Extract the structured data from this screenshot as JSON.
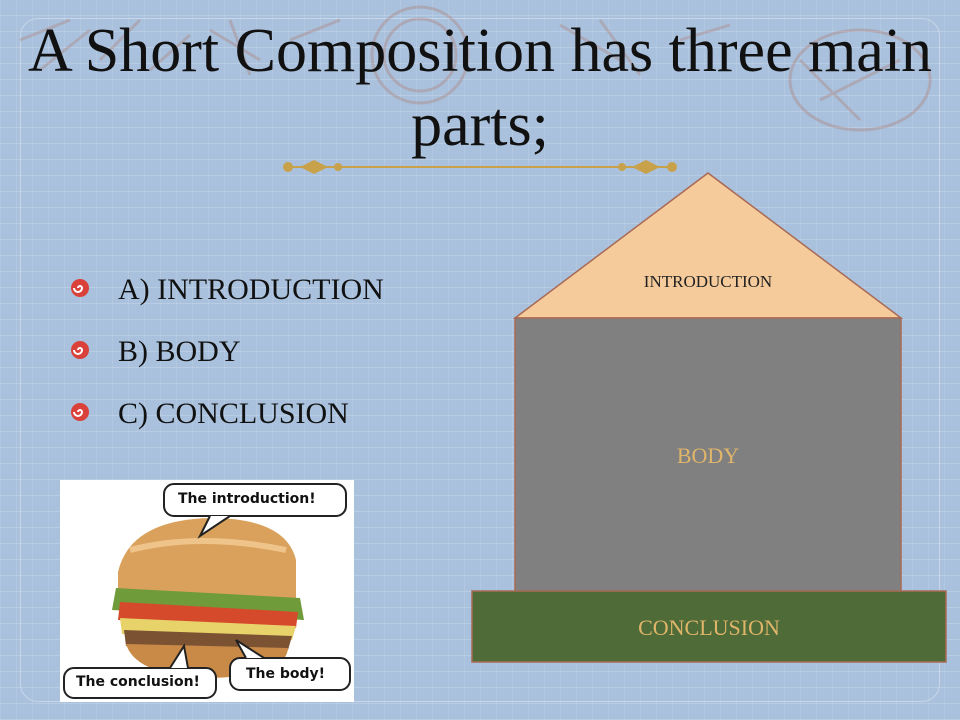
{
  "slide": {
    "title": "A Short Composition has three main parts;"
  },
  "bullets": [
    {
      "label": "A) INTRODUCTION"
    },
    {
      "label": "B) BODY"
    },
    {
      "label": "C) CONCLUSION"
    }
  ],
  "diagram": {
    "roof_label": "INTRODUCTION",
    "body_label": "BODY",
    "foundation_label": "CONCLUSION",
    "colors": {
      "roof": "#f5cb9c",
      "body": "#808080",
      "foundation": "#4e6b38",
      "label_gold": "#e0b56a"
    }
  },
  "sandwich_image": {
    "callouts": {
      "top": "The introduction!",
      "bottom_left": "The conclusion!",
      "bottom_right": "The body!"
    }
  },
  "colors": {
    "background": "#a9c1dd",
    "ornament_gold": "#c8a24a",
    "bullet_red": "#d9413a"
  }
}
